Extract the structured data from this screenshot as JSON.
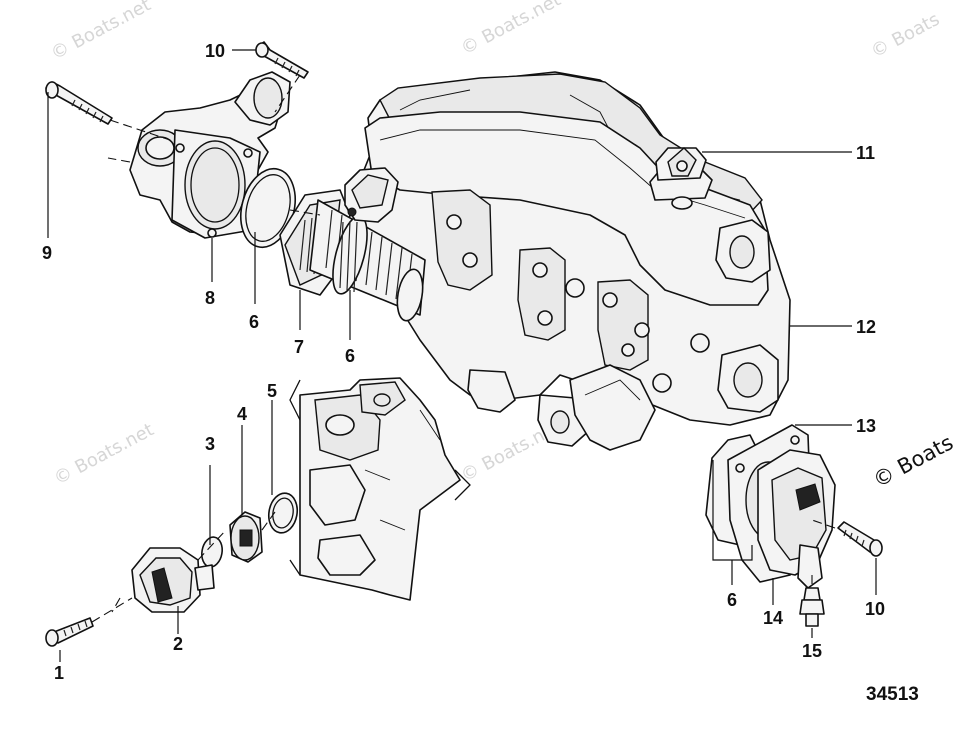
{
  "watermarks": [
    "© Boats.net",
    "© Boats.net",
    "© Boats",
    "© Boats.net",
    "© Boats.net",
    "© Boats"
  ],
  "figure_number": "34513",
  "callouts": {
    "c1": "1",
    "c2": "2",
    "c3": "3",
    "c4": "4",
    "c5": "5",
    "c6a": "6",
    "c6b": "6",
    "c6c": "6",
    "c7": "7",
    "c8": "8",
    "c9": "9",
    "c10a": "10",
    "c10b": "10",
    "c11": "11",
    "c12": "12",
    "c13": "13",
    "c14": "14",
    "c15": "15"
  }
}
